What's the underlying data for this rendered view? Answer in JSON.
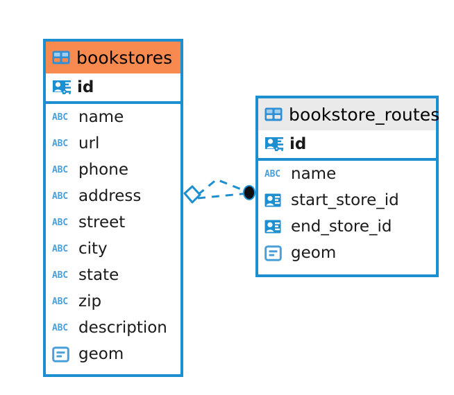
{
  "diagram": {
    "type": "entity-relationship-diagram",
    "background_color": "#ffffff",
    "accent_color": "#1b8fd0",
    "highlight_color": "#f98a4f",
    "neutral_header_color": "#eaeaea"
  },
  "entities": [
    {
      "name": "bookstores",
      "header_style": "accent",
      "table_icon": "table-icon",
      "fields": [
        {
          "name": "id",
          "icon": "primary-key-icon",
          "key": "pk"
        },
        {
          "name": "name",
          "icon": "abc-icon",
          "key": "text"
        },
        {
          "name": "url",
          "icon": "abc-icon",
          "key": "text"
        },
        {
          "name": "phone",
          "icon": "abc-icon",
          "key": "text"
        },
        {
          "name": "address",
          "icon": "abc-icon",
          "key": "text"
        },
        {
          "name": "street",
          "icon": "abc-icon",
          "key": "text"
        },
        {
          "name": "city",
          "icon": "abc-icon",
          "key": "text"
        },
        {
          "name": "state",
          "icon": "abc-icon",
          "key": "text"
        },
        {
          "name": "zip",
          "icon": "abc-icon",
          "key": "text"
        },
        {
          "name": "description",
          "icon": "abc-icon",
          "key": "text"
        },
        {
          "name": "geom",
          "icon": "geometry-icon",
          "key": "geom"
        }
      ]
    },
    {
      "name": "bookstore_routes",
      "header_style": "neutral",
      "table_icon": "table-icon",
      "fields": [
        {
          "name": "id",
          "icon": "primary-key-icon",
          "key": "pk"
        },
        {
          "name": "name",
          "icon": "abc-icon",
          "key": "text"
        },
        {
          "name": "start_store_id",
          "icon": "foreign-key-icon",
          "key": "fk"
        },
        {
          "name": "end_store_id",
          "icon": "foreign-key-icon",
          "key": "fk"
        },
        {
          "name": "geom",
          "icon": "geometry-icon",
          "key": "geom"
        }
      ]
    }
  ],
  "relationship": {
    "style": "dashed",
    "color": "#1b8fd0",
    "source_entity": "bookstores",
    "target_entity": "bookstore_routes",
    "source_marker": "open-diamond",
    "target_marker": "filled-circle",
    "branches": 2
  },
  "icon_labels": {
    "abc": "ABC"
  }
}
